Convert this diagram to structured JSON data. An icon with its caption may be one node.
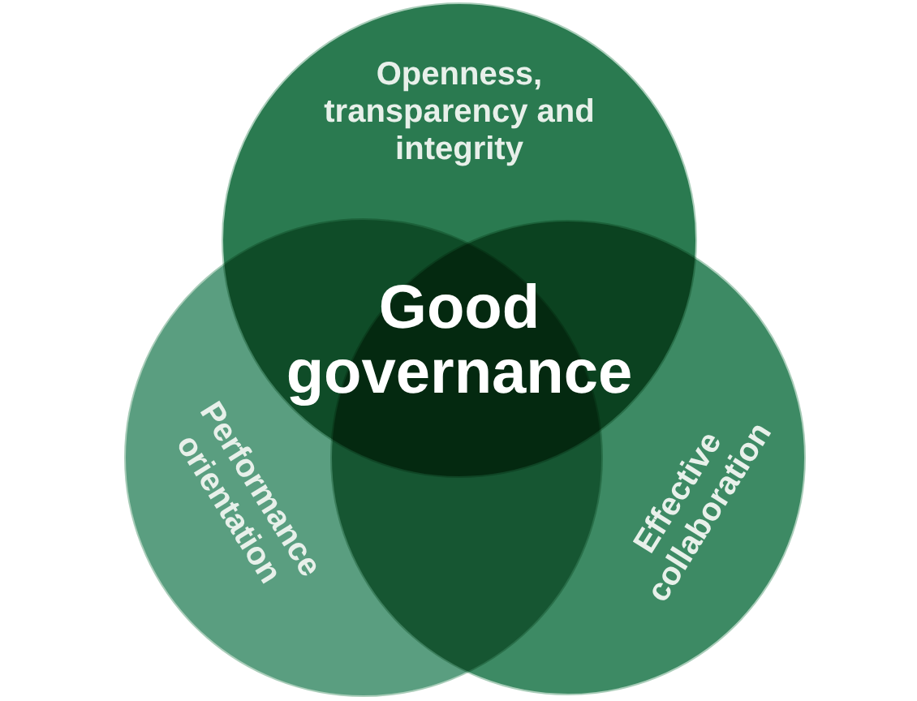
{
  "diagram": {
    "nodes": [
      {
        "text": [
          "Openness, transparency and integrity"
        ]
      },
      {
        "text": [
          "Performance orientation"
        ]
      },
      {
        "text": [
          "Effective collaboration"
        ]
      }
    ],
    "edges": [],
    "labels": [
      "Good governance"
    ]
  }
}
